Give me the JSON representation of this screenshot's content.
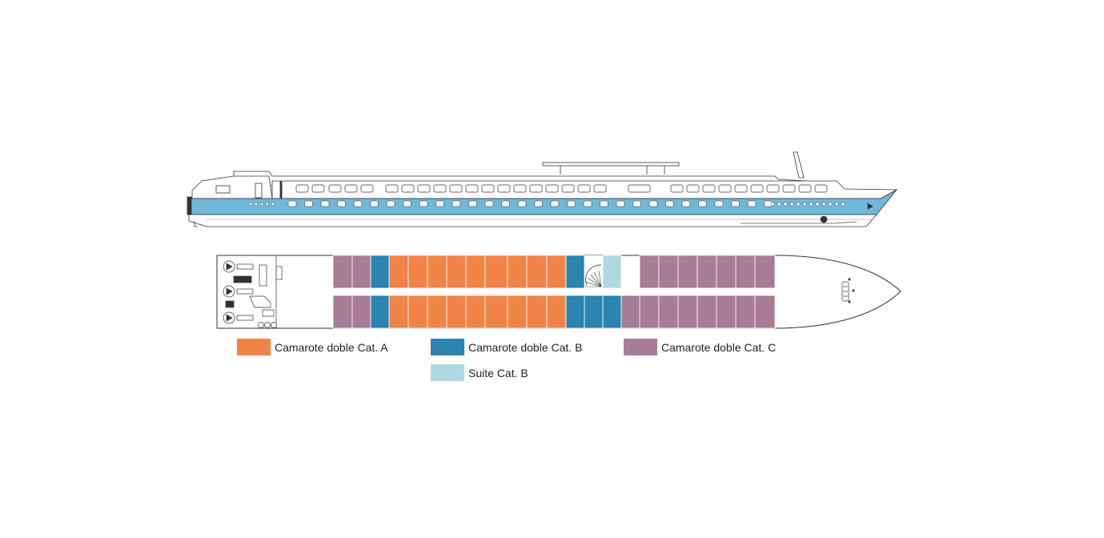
{
  "colors": {
    "cat_a": "#f08447",
    "cat_b": "#2c84b0",
    "cat_c": "#a87c95",
    "suite_b": "#afd8e2",
    "hull_blue": "#6fb8d8",
    "outline": "#333333"
  },
  "legend": [
    {
      "id": "cat_a",
      "label": "Camarote doble Cat. A"
    },
    {
      "id": "cat_b",
      "label": "Camarote doble Cat. B"
    },
    {
      "id": "cat_c",
      "label": "Camarote doble Cat. C"
    },
    {
      "id": "suite_b",
      "label": "Suite Cat. B"
    }
  ],
  "deck_plan": {
    "top_row": [
      "cat_c",
      "cat_c",
      "cat_b",
      "cat_a",
      "cat_a",
      "cat_a",
      "cat_a",
      "cat_a",
      "cat_a",
      "cat_a",
      "cat_a",
      "cat_a",
      "cat_b",
      "stairs",
      "suite_b",
      "empty",
      "cat_c",
      "cat_c",
      "cat_c",
      "cat_c",
      "cat_c",
      "cat_c",
      "cat_c"
    ],
    "bottom_row": [
      "cat_c",
      "cat_c",
      "cat_b",
      "cat_a",
      "cat_a",
      "cat_a",
      "cat_a",
      "cat_a",
      "cat_a",
      "cat_a",
      "cat_a",
      "cat_a",
      "cat_b",
      "cat_b",
      "cat_b",
      "cat_c",
      "cat_c",
      "cat_c",
      "cat_c",
      "cat_c",
      "cat_c",
      "cat_c",
      "cat_c"
    ]
  }
}
